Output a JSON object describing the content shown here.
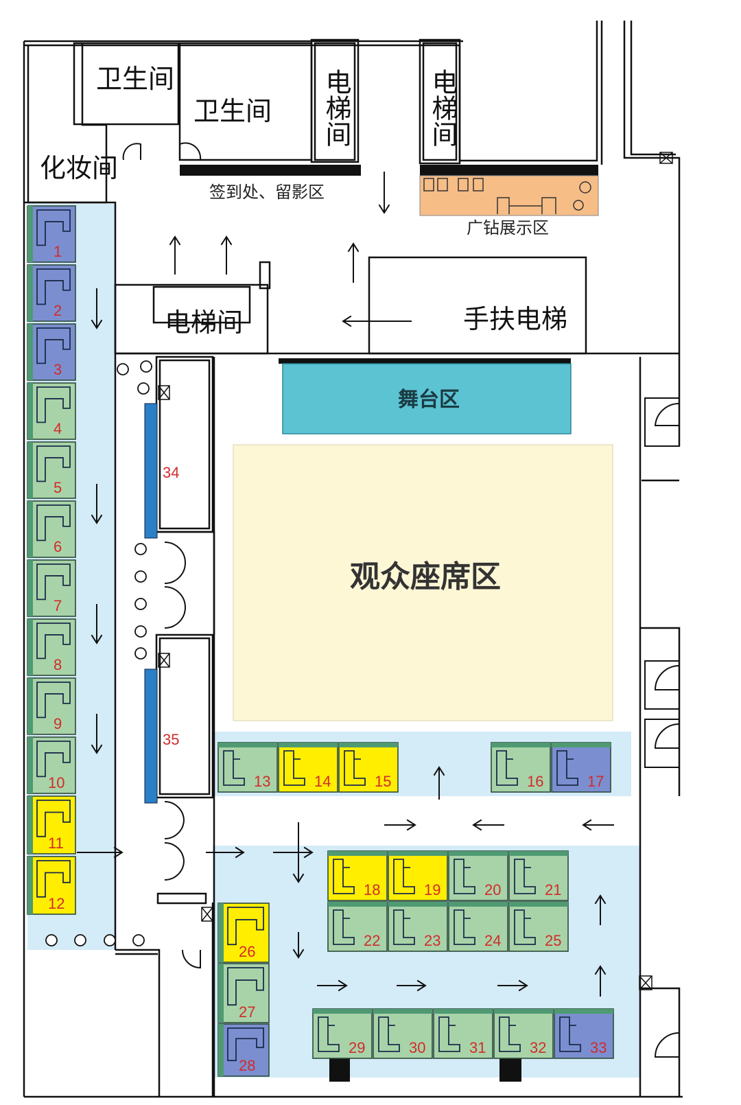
{
  "rooms": {
    "restroom_1": "卫生间",
    "restroom_2": "卫生间",
    "makeup_room": "化妆间",
    "elevator_room_1": "电梯间",
    "elevator_room_2": "电梯间",
    "elevator_room_center": "电梯间",
    "escalator": "手扶电梯"
  },
  "areas": {
    "checkin": "签到处、留影区",
    "display": "广钻展示区",
    "stage": "舞台区",
    "audience": "观众座席区"
  },
  "colors": {
    "booth_blue": "#7b8fd0",
    "booth_green": "#a8d3a8",
    "booth_yellow": "#ffee00",
    "aisle": "#d4ebf8",
    "stage": "#5cc3d3",
    "audience": "#fdf7d6",
    "display": "#f6bd87"
  },
  "booths": [
    {
      "id": "b1",
      "number": "1",
      "color": "blue"
    },
    {
      "id": "b2",
      "number": "2",
      "color": "blue"
    },
    {
      "id": "b3",
      "number": "3",
      "color": "blue"
    },
    {
      "id": "b4",
      "number": "4",
      "color": "green"
    },
    {
      "id": "b5",
      "number": "5",
      "color": "green"
    },
    {
      "id": "b6",
      "number": "6",
      "color": "green"
    },
    {
      "id": "b7",
      "number": "7",
      "color": "green"
    },
    {
      "id": "b8",
      "number": "8",
      "color": "green"
    },
    {
      "id": "b9",
      "number": "9",
      "color": "green"
    },
    {
      "id": "b10",
      "number": "10",
      "color": "green"
    },
    {
      "id": "b11",
      "number": "11",
      "color": "yellow"
    },
    {
      "id": "b12",
      "number": "12",
      "color": "yellow"
    },
    {
      "id": "b13",
      "number": "13",
      "color": "green"
    },
    {
      "id": "b14",
      "number": "14",
      "color": "yellow"
    },
    {
      "id": "b15",
      "number": "15",
      "color": "yellow"
    },
    {
      "id": "b16",
      "number": "16",
      "color": "green"
    },
    {
      "id": "b17",
      "number": "17",
      "color": "blue"
    },
    {
      "id": "b18",
      "number": "18",
      "color": "yellow"
    },
    {
      "id": "b19",
      "number": "19",
      "color": "yellow"
    },
    {
      "id": "b20",
      "number": "20",
      "color": "green"
    },
    {
      "id": "b21",
      "number": "21",
      "color": "green"
    },
    {
      "id": "b22",
      "number": "22",
      "color": "green"
    },
    {
      "id": "b23",
      "number": "23",
      "color": "green"
    },
    {
      "id": "b24",
      "number": "24",
      "color": "green"
    },
    {
      "id": "b25",
      "number": "25",
      "color": "green"
    },
    {
      "id": "b26",
      "number": "26",
      "color": "yellow"
    },
    {
      "id": "b27",
      "number": "27",
      "color": "green"
    },
    {
      "id": "b28",
      "number": "28",
      "color": "blue"
    },
    {
      "id": "b29",
      "number": "29",
      "color": "green"
    },
    {
      "id": "b30",
      "number": "30",
      "color": "green"
    },
    {
      "id": "b31",
      "number": "31",
      "color": "green"
    },
    {
      "id": "b32",
      "number": "32",
      "color": "green"
    },
    {
      "id": "b33",
      "number": "33",
      "color": "blue"
    }
  ],
  "side_booths": [
    {
      "id": "b34",
      "number": "34"
    },
    {
      "id": "b35",
      "number": "35"
    }
  ]
}
